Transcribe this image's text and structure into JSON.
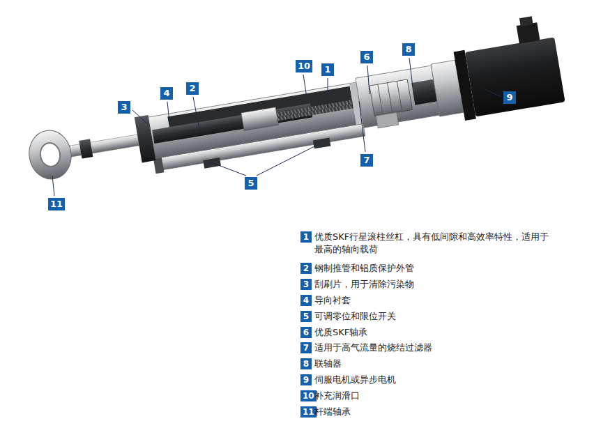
{
  "diagram": {
    "labels": [
      "10",
      "1",
      "6",
      "8",
      "3",
      "4",
      "2",
      "7",
      "9",
      "5",
      "11",
      "1",
      "优质SKF行星滚柱丝杠，具有低间隙和高效率特性，适用于 最高的轴向载荷",
      "2",
      "钢制推管和铝质保护外管",
      "3",
      "刮刷片，用于清除污染物",
      "4",
      "导向衬套",
      "5",
      "可调零位和限位开关",
      "6",
      "优质SKF轴承",
      "7",
      "适用于高气流量的烧结过滤器",
      "8",
      "联轴器",
      "9",
      "伺服电机或异步电机",
      "10",
      "补充润滑口",
      "11",
      "杆端轴承"
    ]
  }
}
